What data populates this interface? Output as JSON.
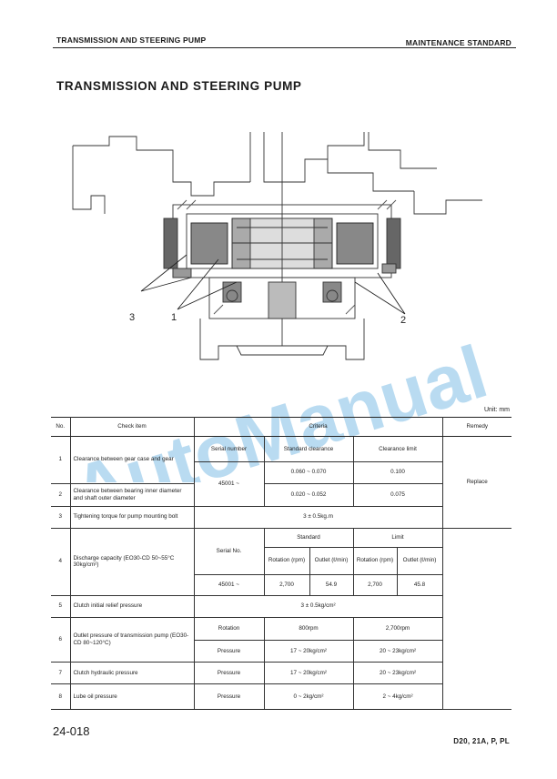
{
  "header": {
    "left_title": "TRANSMISSION AND STEERING PUMP",
    "right_title": "MAINTENANCE STANDARD"
  },
  "page_title": "TRANSMISSION AND STEERING PUMP",
  "drawing": {
    "callouts": [
      "3",
      "1",
      "2"
    ]
  },
  "watermark": "AutoManual",
  "unit_note": "Unit: mm",
  "table": {
    "headers": {
      "no": "No.",
      "check_item": "Check item",
      "criteria": "Criteria",
      "remedy": "Remedy"
    },
    "sub_headers": {
      "serial_number": "Serial number",
      "standard_clearance": "Standard clearance",
      "clearance_limit": "Clearance limit",
      "serial_no": "Serial No.",
      "standard": "Standard",
      "limit": "Limit",
      "rotation_rpm": "Rotation (rpm)",
      "outlet_lmin": "Outlet (ℓ/min)"
    },
    "rows": [
      {
        "no": "1",
        "item": "Clearance between gear case and gear",
        "serial": "45001 ~",
        "standard": "0.060 ~ 0.070",
        "limit": "0.100"
      },
      {
        "no": "2",
        "item": "Clearance between bearing inner diameter and shaft outer diameter",
        "standard": "0.020 ~ 0.052",
        "limit": "0.075"
      },
      {
        "no": "3",
        "item": "Tightening torque for pump mounting bolt",
        "value": "3 ± 0.5kg.m"
      },
      {
        "no": "4",
        "item": "Discharge capacity (EO30-CD 50~55°C 30kg/cm²)",
        "serial": "45001 ~",
        "std_rotation": "2,700",
        "std_outlet": "54.9",
        "lim_rotation": "2,700",
        "lim_outlet": "45.8"
      },
      {
        "no": "5",
        "item": "Clutch initial relief pressure",
        "value": "3 ± 0.5kg/cm²"
      },
      {
        "no": "6",
        "item": "Outlet pressure of transmission pump (EO30-CD 80~120°C)",
        "label_a": "Rotation",
        "a1": "800rpm",
        "a2": "2,700rpm",
        "label_b": "Pressure",
        "b1": "17 ~ 20kg/cm²",
        "b2": "20 ~ 23kg/cm²"
      },
      {
        "no": "7",
        "item": "Clutch hydraulic pressure",
        "label": "Pressure",
        "v1": "17 ~ 20kg/cm²",
        "v2": "20 ~ 23kg/cm²"
      },
      {
        "no": "8",
        "item": "Lube oil pressure",
        "label": "Pressure",
        "v1": "0 ~ 2kg/cm²",
        "v2": "2 ~ 4kg/cm²"
      }
    ],
    "remedy_value": "Replace"
  },
  "footer": {
    "page_number": "24-018",
    "models": "D20, 21A, P, PL"
  }
}
